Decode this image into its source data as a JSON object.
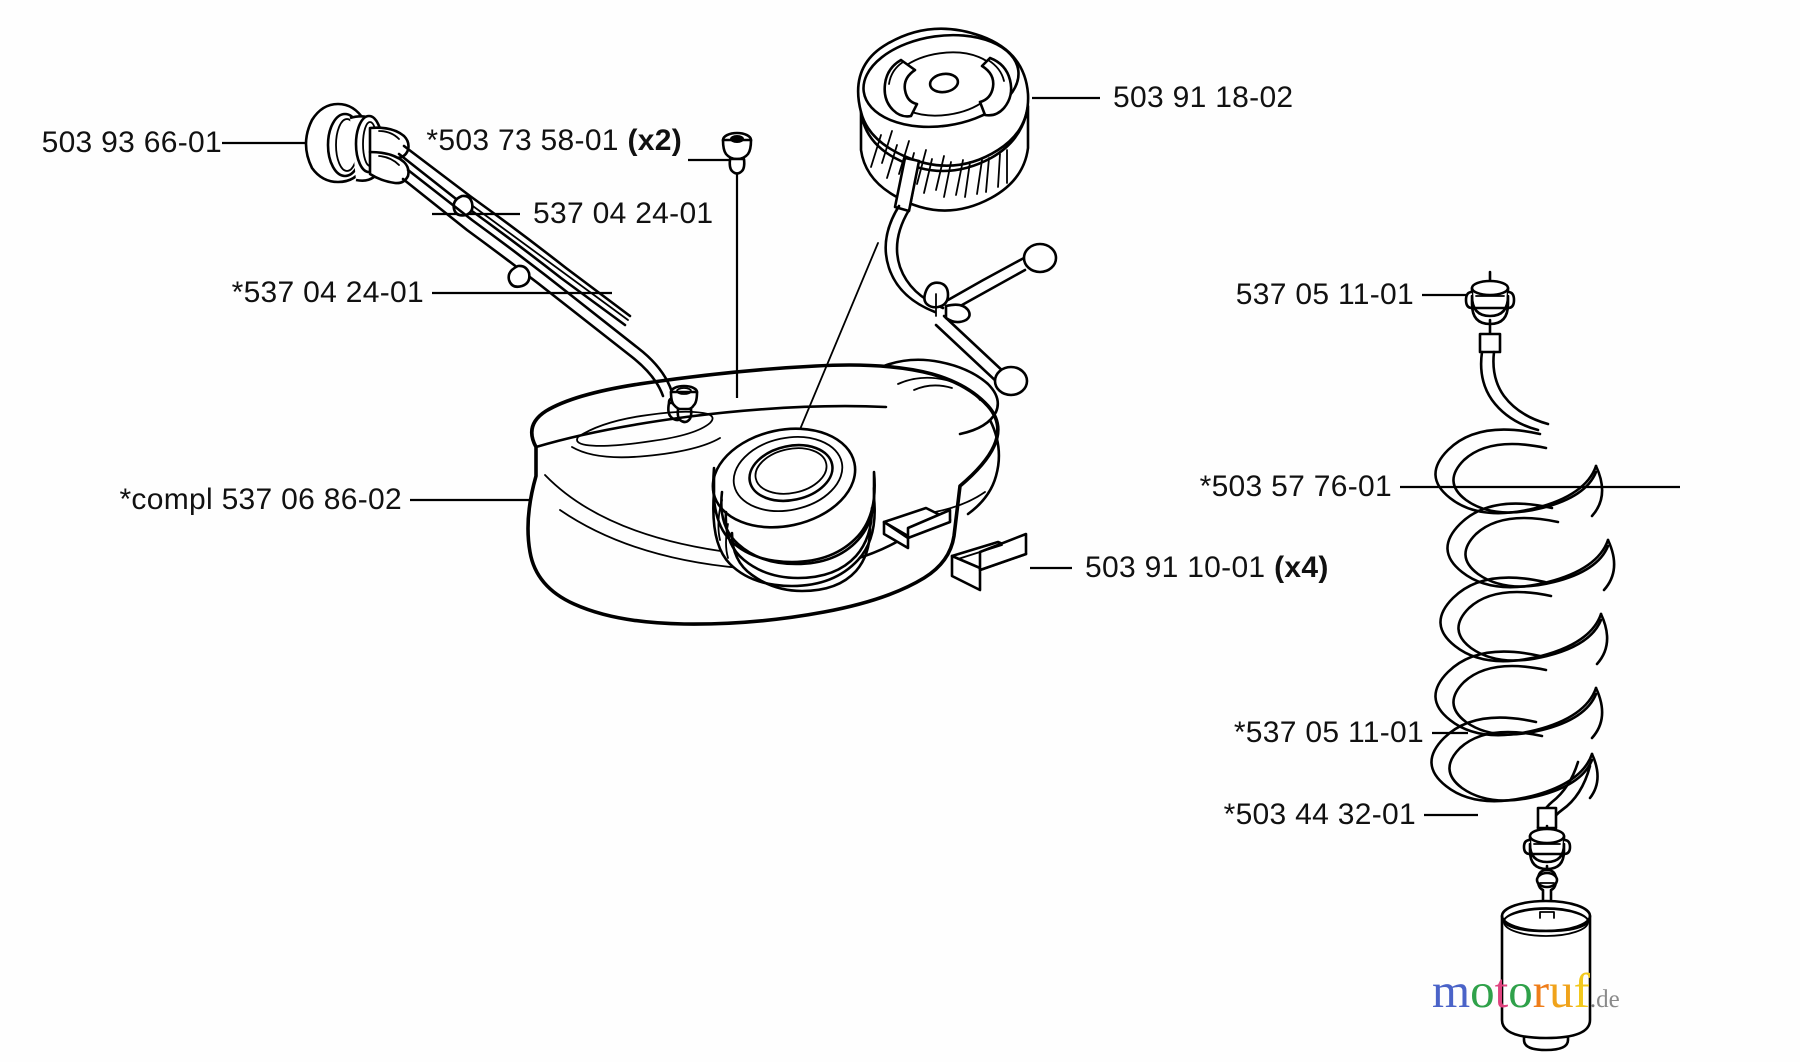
{
  "diagram": {
    "title": "Fuel Tank Assembly Parts Diagram",
    "background_color": "#fefefe",
    "line_color": "#000000"
  },
  "labels": {
    "tank_vent_grommet": {
      "text": "503 93 66-01",
      "qty": ""
    },
    "fuel_hose_upper": {
      "text": "537 04 24-01",
      "qty": ""
    },
    "fuel_hose_lower": {
      "text": "*537 04 24-01",
      "qty": ""
    },
    "plug_bung": {
      "text": "*503 73 58-01",
      "qty": "(x2)"
    },
    "fuel_cap": {
      "text": "503 91 18-02",
      "qty": ""
    },
    "tank_complete": {
      "text": "*compl 537 06 86-02",
      "qty": ""
    },
    "rubber_mount": {
      "text": "503 91 10-01",
      "qty": "(x4)"
    },
    "hose_clamp_top": {
      "text": "537 05 11-01",
      "qty": ""
    },
    "coiled_fuel_line": {
      "text": "*503 57 76-01",
      "qty": ""
    },
    "hose_clamp_bottom": {
      "text": "*537 05 11-01",
      "qty": ""
    },
    "fuel_filter": {
      "text": "*503 44 32-01",
      "qty": ""
    }
  },
  "watermark": {
    "letters": [
      "m",
      "o",
      "t",
      "o",
      "r",
      "u",
      "f"
    ],
    "dot": ".",
    "tld": "de",
    "colors": [
      "#4a63c8",
      "#2fa14a",
      "#e0437f",
      "#2fa14a",
      "#ef7d1a",
      "#f0a31b",
      "#f2c81c"
    ]
  }
}
